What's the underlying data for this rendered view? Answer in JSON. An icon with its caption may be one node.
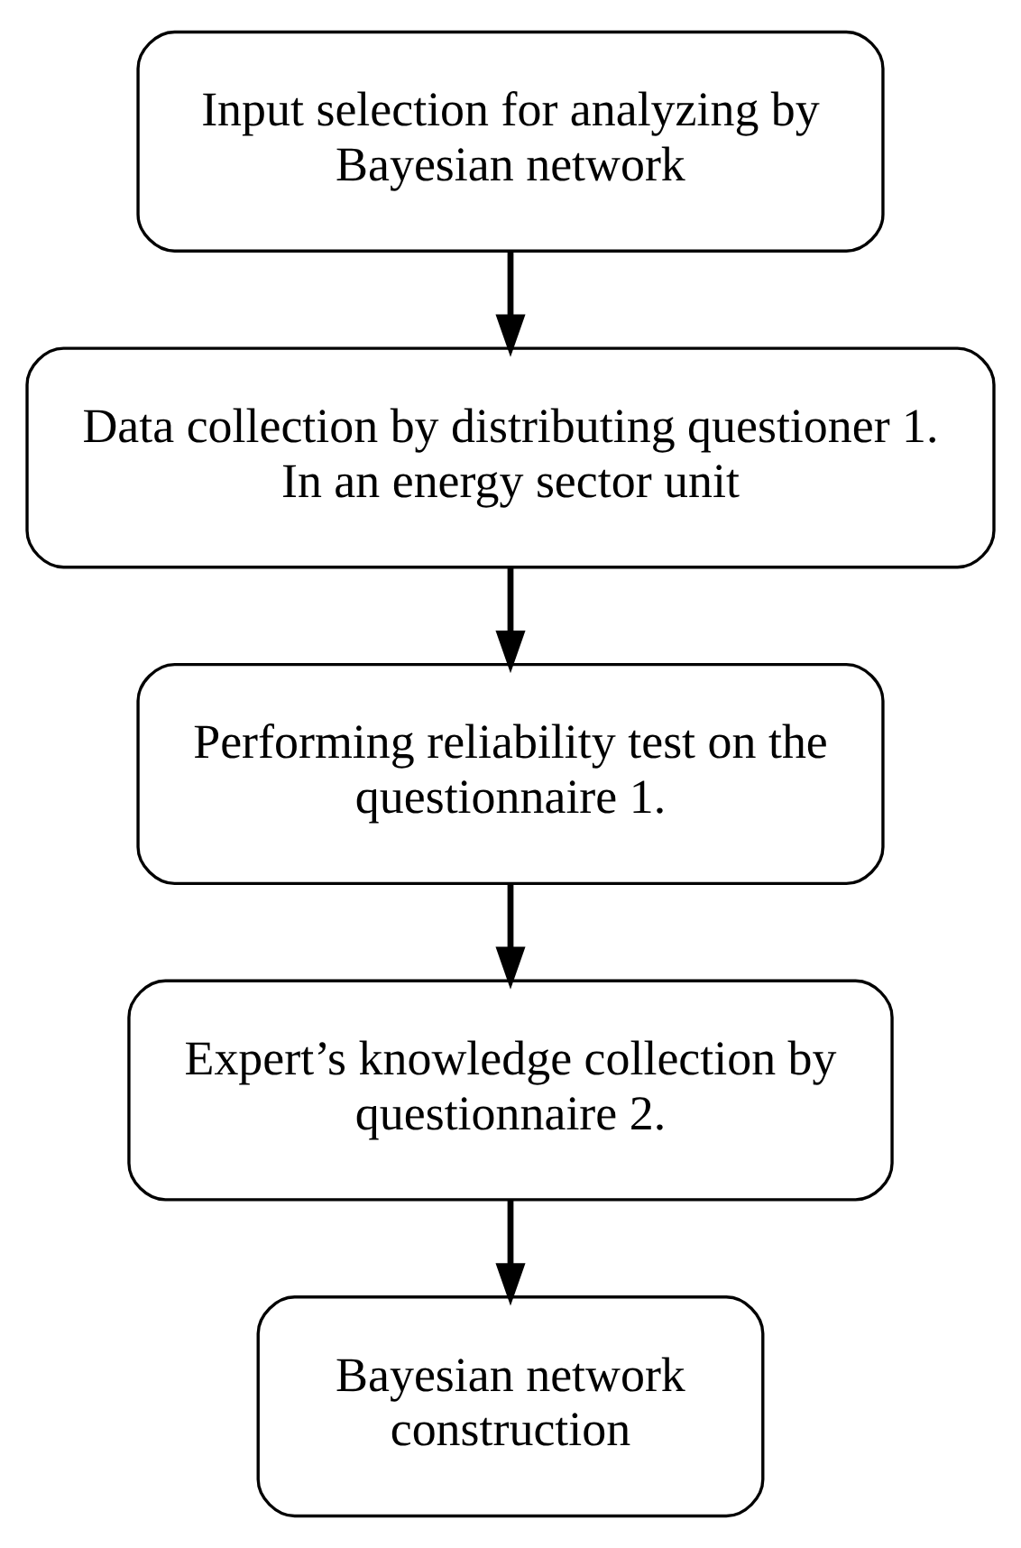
{
  "diagram": {
    "nodes": [
      {
        "text": [
          "Input selection for analyzing by Bayesian network"
        ]
      },
      {
        "text": [
          "Data collection by distributing questioner 1. In an energy sector unit"
        ]
      },
      {
        "text": [
          "Performing reliability test on the questionnaire 1."
        ]
      },
      {
        "text": [
          "Expert’s knowledge collection by questionnaire 2."
        ]
      },
      {
        "text": [
          "Bayesian network construction"
        ]
      }
    ],
    "edges": [
      {
        "from": 0,
        "to": 1,
        "arrow": "to"
      },
      {
        "from": 1,
        "to": 2,
        "arrow": "to"
      },
      {
        "from": 2,
        "to": 3,
        "arrow": "to"
      },
      {
        "from": 3,
        "to": 4,
        "arrow": "to"
      }
    ]
  }
}
